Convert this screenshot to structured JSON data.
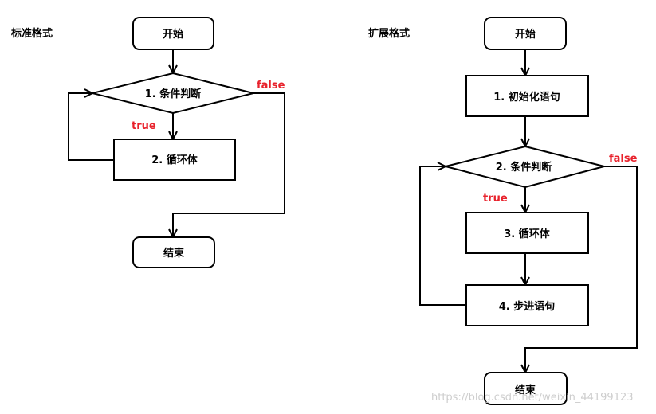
{
  "sections": {
    "standard_title": "标准格式",
    "extended_title": "扩展格式"
  },
  "standard": {
    "start": "开始",
    "condition": "1. 条件判断",
    "body": "2. 循环体",
    "end": "结束",
    "true_label": "true",
    "false_label": "false"
  },
  "extended": {
    "start": "开始",
    "init": "1. 初始化语句",
    "condition": "2. 条件判断",
    "body": "3. 循环体",
    "step": "4. 步进语句",
    "end": "结束",
    "true_label": "true",
    "false_label": "false"
  },
  "watermark": "https://blog.csdn.net/weixin_44199123",
  "colors": {
    "stroke": "#000000",
    "condition_label": "#e8222c",
    "watermark": "#c8c8c8"
  }
}
